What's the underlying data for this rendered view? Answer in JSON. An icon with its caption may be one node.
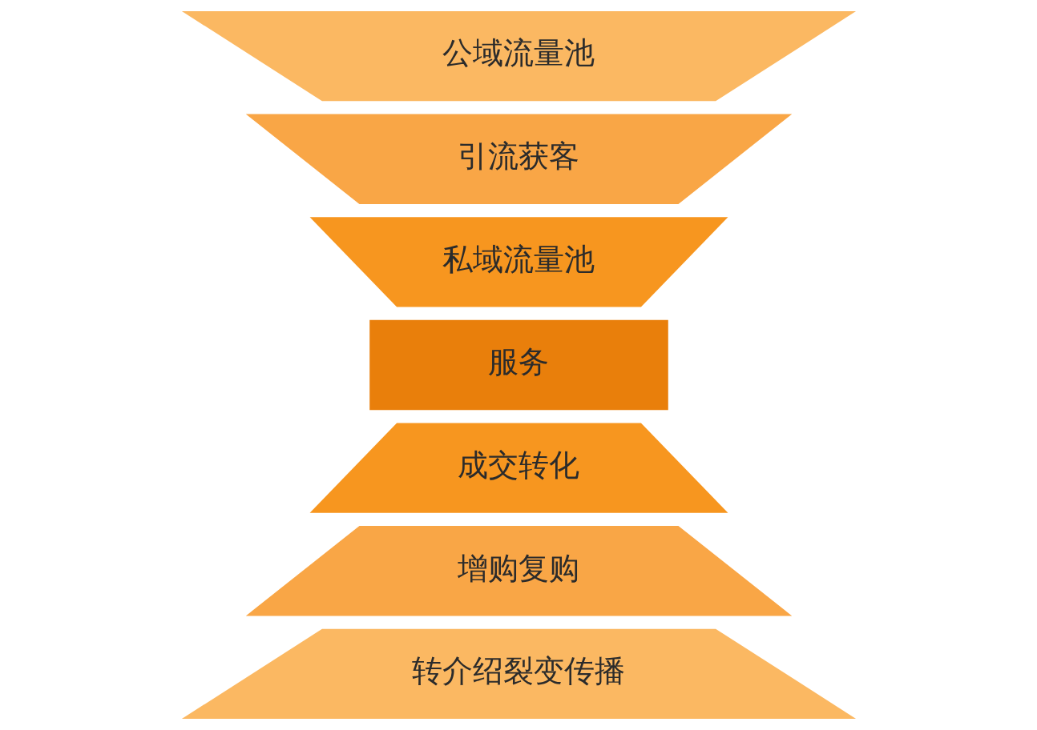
{
  "diagram": {
    "nodes": [
      {
        "text": [
          "公域流量池"
        ]
      },
      {
        "text": [
          "引流获客"
        ]
      },
      {
        "text": [
          "私域流量池"
        ]
      },
      {
        "text": [
          "服务"
        ]
      },
      {
        "text": [
          "成交转化"
        ]
      },
      {
        "text": [
          "增购复购"
        ]
      },
      {
        "text": [
          "转介绍裂变传播"
        ]
      }
    ]
  }
}
